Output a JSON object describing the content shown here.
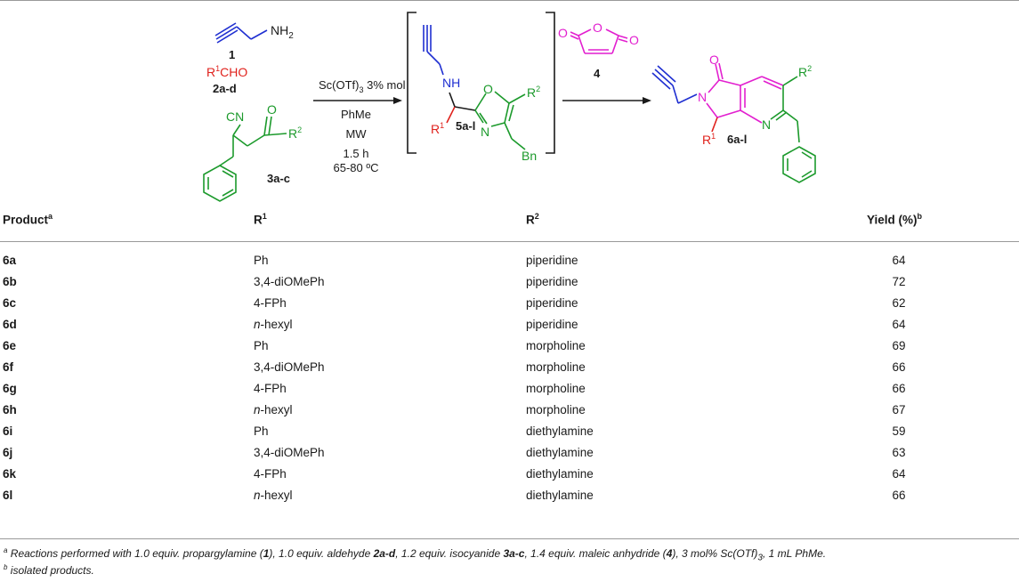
{
  "scheme": {
    "propargylamine_label": "1",
    "nh2": "NH",
    "nh2_sub": "2",
    "aldehyde_r": "R",
    "aldehyde_sup": "1",
    "aldehyde_rest": "CHO",
    "aldehyde_label": "2a-d",
    "cn": "CN",
    "o": "O",
    "r2": "R",
    "r2_sup": "2",
    "isocyanide_label": "3a-c",
    "cond_catalyst": "Sc(OTf)",
    "cond_catalyst_sub": "3",
    "cond_catalyst_rest": " 3% mol",
    "cond_solvent": "PhMe",
    "cond_mw": "MW",
    "cond_time": "1.5 h",
    "cond_temp": "65-80 ºC",
    "int_nh": "NH",
    "int_r1": "R",
    "int_r1_sup": "1",
    "int_o": "O",
    "int_n": "N",
    "int_r2": "R",
    "int_r2_sup": "2",
    "int_bn": "Bn",
    "int_label": "5a-l",
    "maleic_label": "4",
    "prod_o": "O",
    "prod_n": "N",
    "prod_r1": "R",
    "prod_r1_sup": "1",
    "prod_r2": "R",
    "prod_r2_sup": "2",
    "prod_label": "6a-l",
    "colors": {
      "blue": "#1f2fd1",
      "red": "#e0221d",
      "green": "#1c9a2c",
      "magenta": "#e21fcf",
      "black": "#1a1a1a"
    }
  },
  "table": {
    "headers": {
      "product": "Product",
      "product_sup": "a",
      "r1": "R",
      "r1_sup": "1",
      "r2": "R",
      "r2_sup": "2",
      "yield": "Yield (%)",
      "yield_sup": "b"
    },
    "rows": [
      {
        "product": "6a",
        "r1_prefix": "",
        "r1": "Ph",
        "r2": "piperidine",
        "yield": "64"
      },
      {
        "product": "6b",
        "r1_prefix": "",
        "r1": "3,4-diOMePh",
        "r2": "piperidine",
        "yield": "72"
      },
      {
        "product": "6c",
        "r1_prefix": "",
        "r1": "4-FPh",
        "r2": "piperidine",
        "yield": "62"
      },
      {
        "product": "6d",
        "r1_prefix": "n",
        "r1": "-hexyl",
        "r2": "piperidine",
        "yield": "64"
      },
      {
        "product": "6e",
        "r1_prefix": "",
        "r1": "Ph",
        "r2": "morpholine",
        "yield": "69"
      },
      {
        "product": "6f",
        "r1_prefix": "",
        "r1": "3,4-diOMePh",
        "r2": "morpholine",
        "yield": "66"
      },
      {
        "product": "6g",
        "r1_prefix": "",
        "r1": "4-FPh",
        "r2": "morpholine",
        "yield": "66"
      },
      {
        "product": "6h",
        "r1_prefix": "n",
        "r1": "-hexyl",
        "r2": "morpholine",
        "yield": "67"
      },
      {
        "product": "6i",
        "r1_prefix": "",
        "r1": "Ph",
        "r2": "diethylamine",
        "yield": "59"
      },
      {
        "product": "6j",
        "r1_prefix": "",
        "r1": "3,4-diOMePh",
        "r2": "diethylamine",
        "yield": "63"
      },
      {
        "product": "6k",
        "r1_prefix": "",
        "r1": "4-FPh",
        "r2": "diethylamine",
        "yield": "64"
      },
      {
        "product": "6l",
        "r1_prefix": "n",
        "r1": "-hexyl",
        "r2": "diethylamine",
        "yield": "66"
      }
    ]
  },
  "footnotes": {
    "a_mark": "a",
    "a_t1": " Reactions performed with 1.0 equiv. propargylamine (",
    "a_b1": "1",
    "a_t2": "), 1.0 equiv. aldehyde ",
    "a_b2": "2a-d",
    "a_t3": ", 1.2 equiv. isocyanide ",
    "a_b3": "3a-c",
    "a_t4": ", 1.4 equiv. maleic anhydride (",
    "a_b4": "4",
    "a_t5": "), 3 mol% Sc(OTf)",
    "a_sub": "3",
    "a_t6": ", 1 mL PhMe.",
    "b_mark": "b",
    "b_text": " isolated products."
  }
}
